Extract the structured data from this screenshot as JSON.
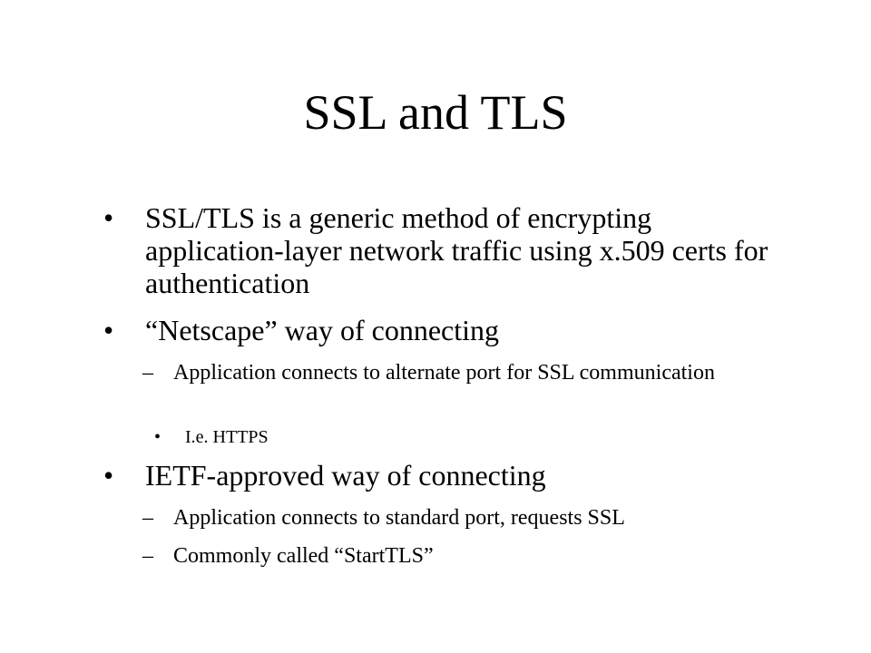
{
  "slide": {
    "title": "SSL and TLS",
    "bullets": [
      {
        "marker": "•",
        "text": "SSL/TLS is a generic method of encrypting application-layer network traffic using x.509 certs for authentication"
      },
      {
        "marker": "•",
        "text": "“Netscape” way of connecting",
        "sub": [
          {
            "marker": "–",
            "text": "Application connects to alternate port for SSL communication",
            "sub": [
              {
                "marker": "•",
                "text": "I.e. HTTPS"
              }
            ]
          }
        ]
      },
      {
        "marker": "•",
        "text": "IETF-approved way of connecting",
        "sub": [
          {
            "marker": "–",
            "text": "Application connects to standard port, requests SSL"
          },
          {
            "marker": "–",
            "text": "Commonly called “StartTLS”"
          }
        ]
      }
    ]
  }
}
